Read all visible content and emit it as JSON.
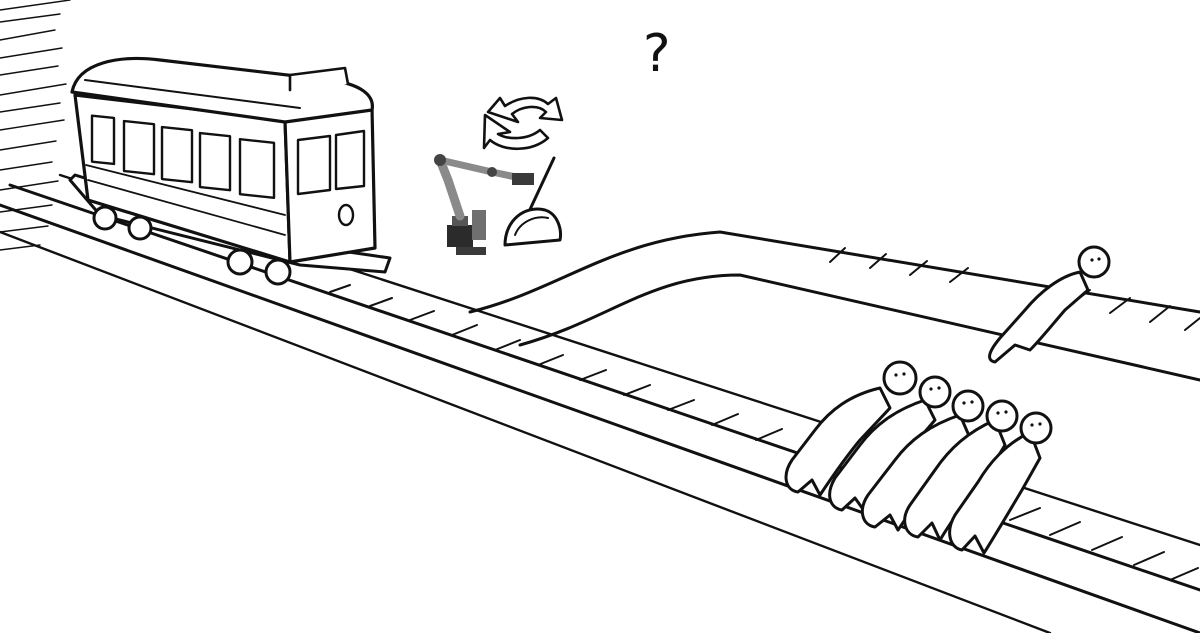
{
  "scene": {
    "question_mark": "?"
  },
  "colors": {
    "ink": "#111111",
    "paper": "#ffffff",
    "robot_gray": "#8a8a8a",
    "robot_dark": "#2b2b2b"
  },
  "icons": [
    "trolley",
    "switch-arrows-icon",
    "robot-arm",
    "track-lever",
    "person-figure"
  ],
  "people": {
    "main_track_count": 5,
    "side_track_count": 1
  }
}
